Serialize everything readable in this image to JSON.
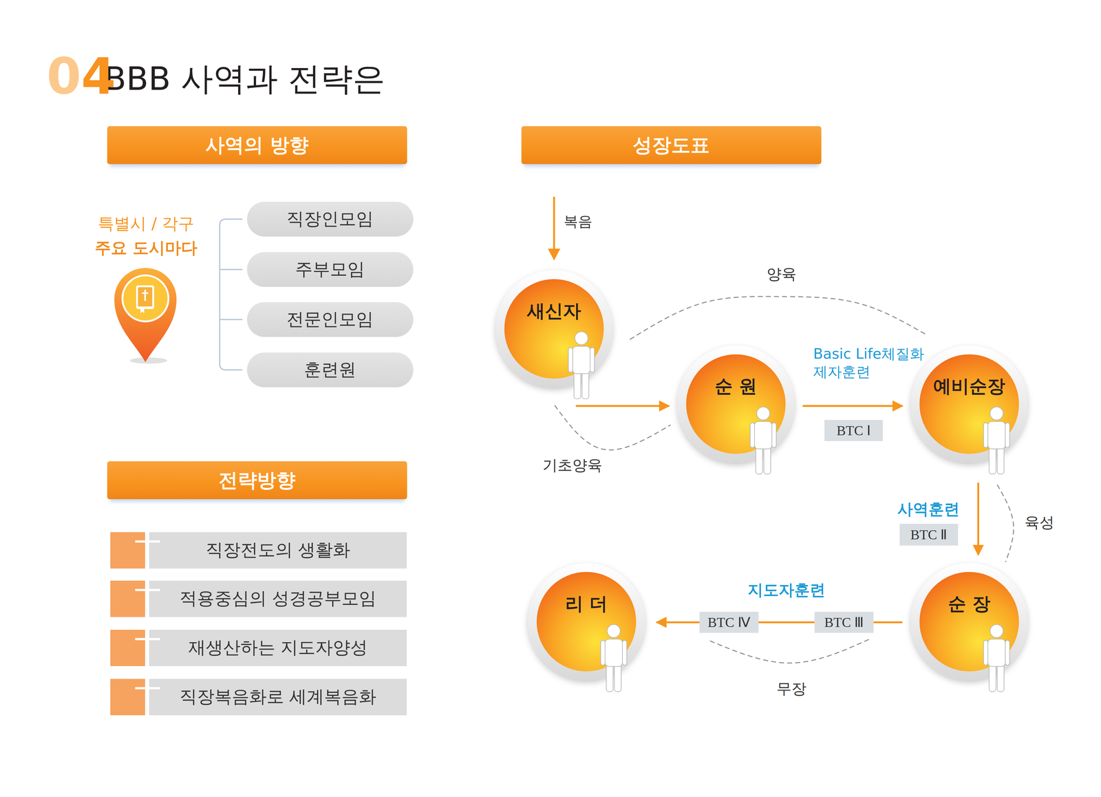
{
  "diagram": {
    "title": "BBB 사역과 전략은",
    "nodes": [
      {
        "text": [
          "사역의 방향"
        ]
      },
      {
        "text": [
          "직장인모임"
        ]
      },
      {
        "text": [
          "주부모임"
        ]
      },
      {
        "text": [
          "전문인모임"
        ]
      },
      {
        "text": [
          "훈련원"
        ]
      },
      {
        "text": [
          "전략방향"
        ]
      },
      {
        "text": [
          "직장전도의 생활화"
        ]
      },
      {
        "text": [
          "적용중심의 성경공부모임"
        ]
      },
      {
        "text": [
          "재생산하는 지도자양성"
        ]
      },
      {
        "text": [
          "직장복음화로 세계복음화"
        ]
      },
      {
        "text": [
          "성장도표"
        ]
      },
      {
        "text": [
          "새신자"
        ]
      },
      {
        "text": [
          "순 원"
        ]
      },
      {
        "text": [
          "BTC Ⅰ"
        ]
      },
      {
        "text": [
          "예비순장"
        ]
      },
      {
        "text": [
          "BTC Ⅱ"
        ]
      },
      {
        "text": [
          "리 더"
        ]
      },
      {
        "text": [
          "BTC Ⅳ"
        ]
      },
      {
        "text": [
          "BTC Ⅲ"
        ]
      },
      {
        "text": [
          "순 장"
        ]
      }
    ],
    "edges": [
      {
        "from": 11,
        "to": 12,
        "arrow": "to"
      },
      {
        "from": 12,
        "to": 14,
        "label": "Basic Life체질화 제자훈련",
        "arrow": "to"
      },
      {
        "from": 14,
        "to": 19,
        "label": "사역훈련",
        "arrow": "to"
      },
      {
        "from": 19,
        "to": 18,
        "arrow": "none"
      },
      {
        "from": 18,
        "to": 17,
        "label": "지도자훈련",
        "arrow": "none"
      },
      {
        "from": 17,
        "to": 16,
        "arrow": "to"
      },
      {
        "from": 11,
        "to": 14,
        "label": "양육",
        "arrow": "none"
      },
      {
        "from": 11,
        "to": 12,
        "label": "기초양육",
        "arrow": "none"
      },
      {
        "from": 14,
        "to": 19,
        "label": "육성",
        "arrow": "none"
      },
      {
        "from": 19,
        "to": 16,
        "label": "무장",
        "arrow": "none"
      }
    ],
    "labels": [
      "04",
      "특별시 / 각구",
      "주요 도시마다",
      "복음"
    ]
  }
}
